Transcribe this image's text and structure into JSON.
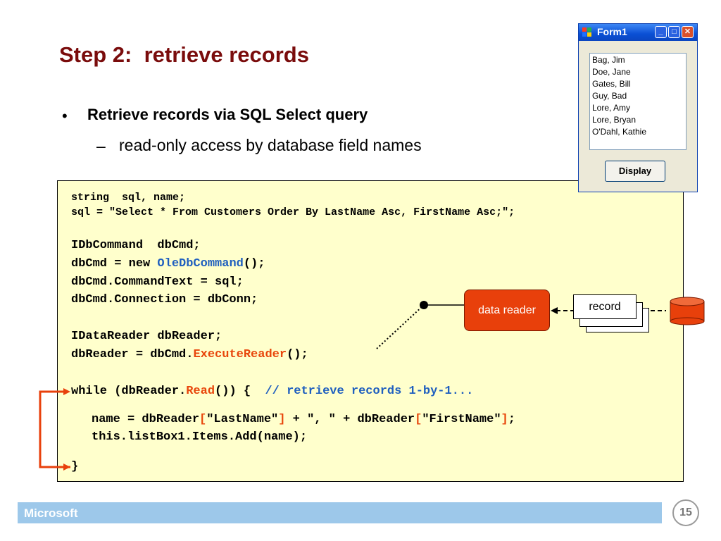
{
  "slide": {
    "title": "Step 2:  retrieve records",
    "bullet_symbol": "•",
    "bullet": "Retrieve records via SQL Select query",
    "sub_dash": "–",
    "sub_bullet": "read-only access by database field names"
  },
  "code": {
    "l1": "string  sql, name;",
    "l2": "sql = \"Select * From Customers Order By LastName Asc, FirstName Asc;\";",
    "l3": "IDbCommand  dbCmd;",
    "l4_a": "dbCmd = new ",
    "l4_b": "OleDbCommand",
    "l4_c": "();",
    "l5": "dbCmd.CommandText = sql;",
    "l6": "dbCmd.Connection = dbConn;",
    "l7": "IDataReader dbReader;",
    "l8_a": "dbReader = dbCmd.",
    "l8_b": "ExecuteReader",
    "l8_c": "();",
    "l9_a": "while (dbReader.",
    "l9_b": "Read",
    "l9_c": "()) {  ",
    "l9_d": "// retrieve records 1-by-1...",
    "l10_a": "name = dbReader",
    "l10_b": "[",
    "l10_c": "\"LastName\"",
    "l10_d": "]",
    "l10_e": " + \", \" + dbReader",
    "l10_f": "[",
    "l10_g": "\"FirstName\"",
    "l10_h": "]",
    "l10_i": ";",
    "l11": "this.listBox1.Items.Add(name);",
    "l12": "}"
  },
  "window": {
    "title": "Form1",
    "items": [
      "Bag, Jim",
      "Doe, Jane",
      "Gates, Bill",
      "Guy, Bad",
      "Lore, Amy",
      "Lore, Bryan",
      "O'Dahl, Kathie"
    ],
    "button": "Display",
    "minimize_glyph": "_",
    "maximize_glyph": "□",
    "close_glyph": "✕"
  },
  "diagram": {
    "data_reader": "data reader",
    "record": "record"
  },
  "footer": {
    "brand": "Microsoft",
    "page_number": "15"
  },
  "colors": {
    "title": "#7a0c0c",
    "code_background": "#ffffcc",
    "keyword_blue": "#1f5fbf",
    "keyword_red": "#e8460b",
    "data_reader": "#e8400b",
    "footer_bar": "#9dc8ea"
  }
}
